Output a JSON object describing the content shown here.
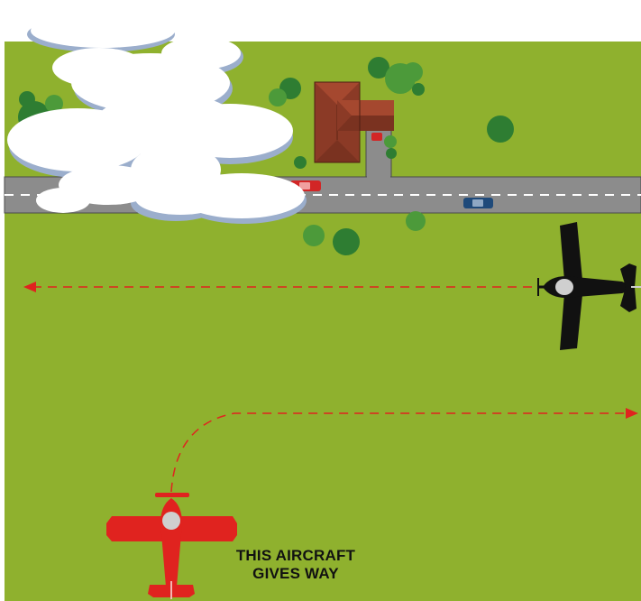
{
  "caption": {
    "line1": "THIS AIRCRAFT",
    "line2": "GIVES WAY"
  },
  "colors": {
    "grass": "#8FB12E",
    "road": "#8C8C8C",
    "road_dash": "#FFFFFF",
    "tree_dark": "#2E7D32",
    "tree_light": "#4C9A3A",
    "roof": "#8B3A26",
    "roof_light": "#A5482F",
    "cloud_body": "#FFFFFF",
    "cloud_shadow": "#9BAECC",
    "red_aircraft": "#E0231F",
    "black_aircraft": "#111111",
    "spinner": "#CFCFCF",
    "path_line": "#E0231F",
    "car_red": "#D22626",
    "car_blue": "#1F4A7A"
  },
  "icons": {
    "red_aircraft": "airplane-top-view-icon",
    "black_aircraft": "airplane-top-view-icon",
    "house": "house-roof-icon",
    "tree": "tree-canopy-icon",
    "cloud": "cloud-icon",
    "car": "car-icon",
    "arrow": "arrowhead-icon"
  },
  "scene": {
    "red_aircraft_heading": "north",
    "black_aircraft_heading": "west",
    "red_aircraft_path": "turns right, heads east",
    "black_aircraft_path": "straight, heads west"
  }
}
